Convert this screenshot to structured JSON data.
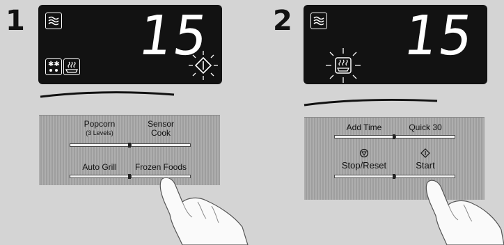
{
  "steps": [
    {
      "number": "1",
      "display": {
        "digits": "15",
        "icons": [
          "microwave-wave-icon",
          "frozen-defrost-icon",
          "steam-dish-icon",
          "start-diamond-icon"
        ]
      },
      "buttons": [
        {
          "label": "Popcorn",
          "sublabel": "(3 Levels)"
        },
        {
          "label": "Sensor",
          "sublabel": "Cook"
        },
        {
          "label": "Auto Grill"
        },
        {
          "label": "Frozen Foods"
        }
      ]
    },
    {
      "number": "2",
      "display": {
        "digits": "15",
        "icons": [
          "microwave-wave-icon",
          "steam-dish-icon"
        ]
      },
      "buttons": [
        {
          "label": "Add Time"
        },
        {
          "label": "Quick 30"
        },
        {
          "label": "Stop/Reset",
          "icon": "stop-icon"
        },
        {
          "label": "Start",
          "icon": "start-icon"
        }
      ]
    }
  ],
  "colors": {
    "background": "#d4d4d4",
    "display": "#121212",
    "panel": "#a7a7a7",
    "digits": "#ffffff"
  }
}
